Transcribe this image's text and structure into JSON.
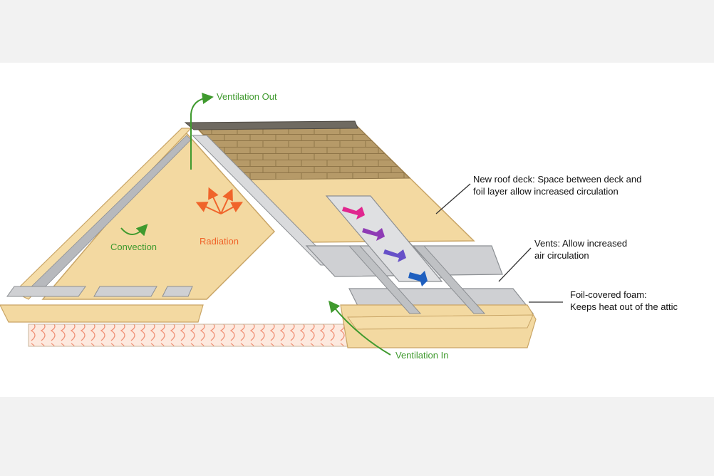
{
  "labels": {
    "ventilation_out": "Ventilation Out",
    "ventilation_in": "Ventilation In",
    "convection": "Convection",
    "radiation": "Radiation",
    "roof_deck_line1": "New roof deck: Space between deck and",
    "roof_deck_line2": "foil layer allow increased circulation",
    "vents_line1": "Vents: Allow increased",
    "vents_line2": "air circulation",
    "foam_line1": "Foil-covered foam:",
    "foam_line2": "Keeps heat out of the attic"
  },
  "colors": {
    "label_green": "#3f9a2e",
    "label_orange": "#f0642a",
    "label_dark": "#111111",
    "wood": "#f3d9a1",
    "wood_edge": "#c9a566",
    "shingle": "#b69a68",
    "foil": "#cfd0d3",
    "insulation": "#f4a58a"
  },
  "airflow_arrows": [
    {
      "color": "#e0268f"
    },
    {
      "color": "#8e3bb5"
    },
    {
      "color": "#6650c8"
    },
    {
      "color": "#1e5fbf"
    }
  ]
}
